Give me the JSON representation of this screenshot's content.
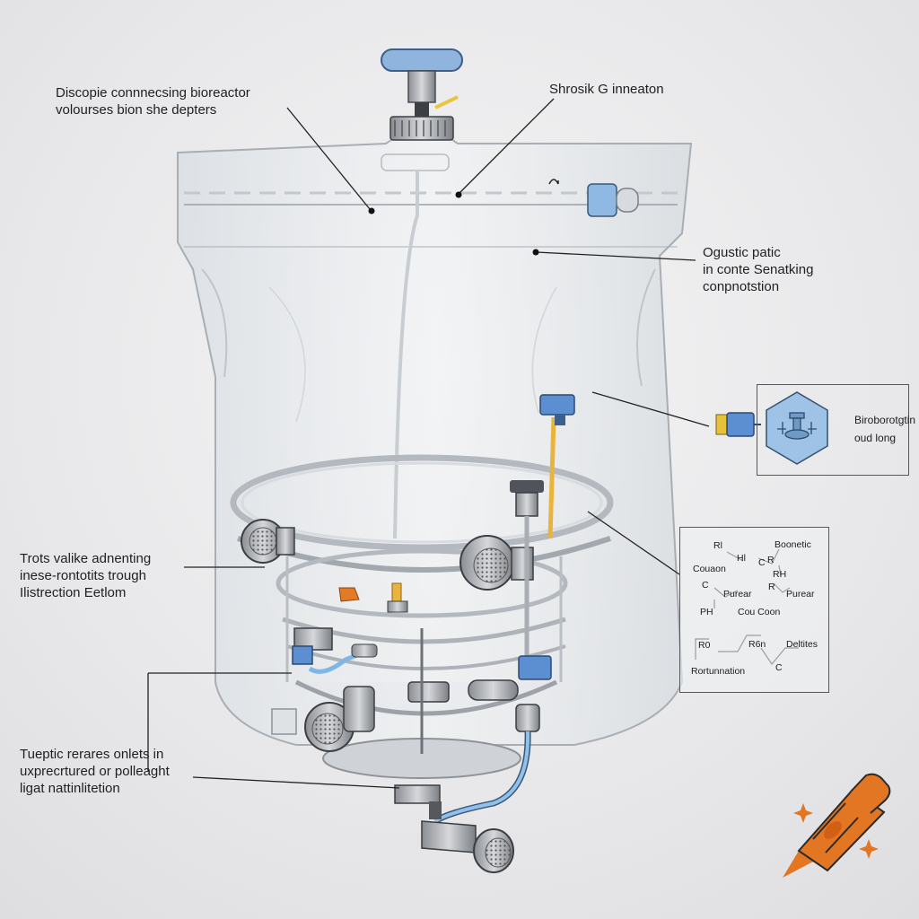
{
  "labels": {
    "top_left": "Discopie connnecsing bioreactor\nvolourses bion she depters",
    "top_right": "Shrosik G inneaton",
    "right_mid": "Ogustic patic\nin conte Senatking\nconpnotstion",
    "left_mid": "Trots valike adnenting\ninese-rontotits trough\nIlistrection Eetlom",
    "left_bottom": "Tueptic rerares onlets in\nuxprecrtured or polleaght\nligat nattinlitetion"
  },
  "sensor_box": {
    "line1": "Biroborotgtin",
    "line2": "oud long"
  },
  "chem_box": {
    "items": [
      {
        "t": "Rl"
      },
      {
        "t": "Boonetic"
      },
      {
        "t": "Hl"
      },
      {
        "t": "C"
      },
      {
        "t": "R"
      },
      {
        "t": "Couaon"
      },
      {
        "t": "RH"
      },
      {
        "t": "C"
      },
      {
        "t": "R"
      },
      {
        "t": "Purear"
      },
      {
        "t": "Purear"
      },
      {
        "t": "PH"
      },
      {
        "t": "Cou Coon"
      },
      {
        "t": "R0"
      },
      {
        "t": "R6n"
      },
      {
        "t": "Deltites"
      },
      {
        "t": "C"
      },
      {
        "t": "Rortunnation"
      }
    ]
  },
  "colors": {
    "accent_blue": "#5b8fd1",
    "tube_blue": "#7fb6e6",
    "accent_orange": "#e37a26",
    "yellow_tube": "#e9b43c"
  }
}
